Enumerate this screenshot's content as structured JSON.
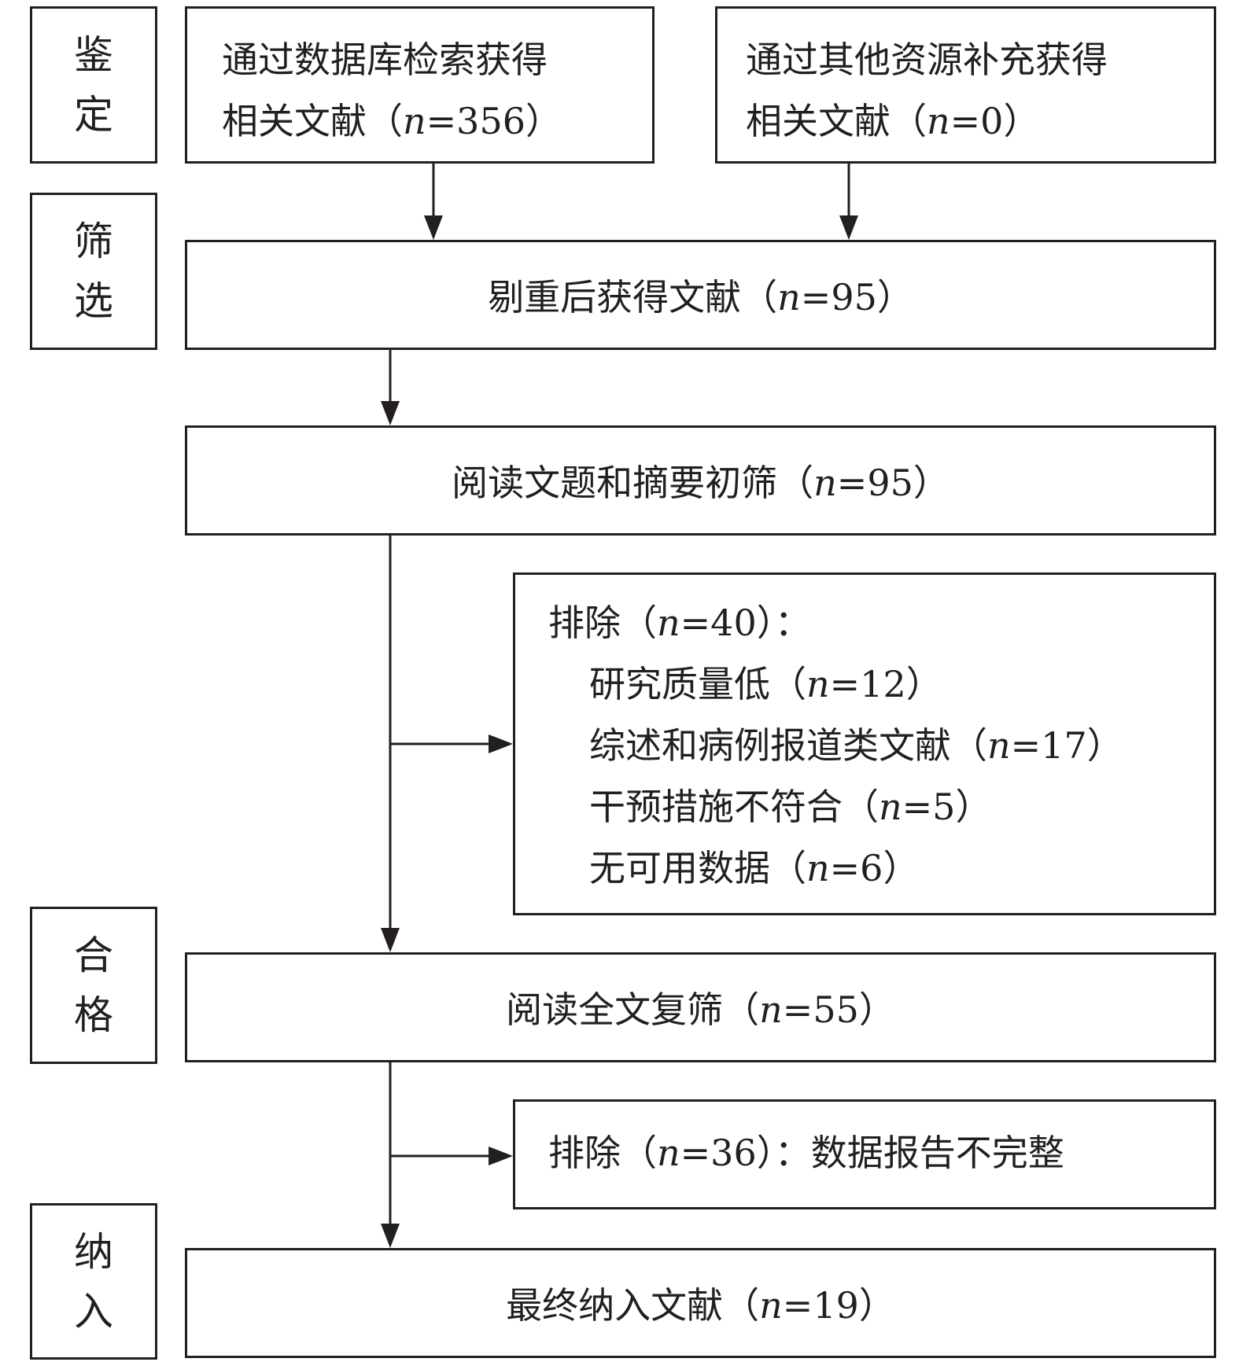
{
  "stages": {
    "identification": [
      "鉴",
      "定"
    ],
    "screening": [
      "筛",
      "选"
    ],
    "eligibility": [
      "合",
      "格"
    ],
    "included": [
      "纳",
      "入"
    ]
  },
  "boxes": {
    "database": {
      "line1": "通过数据库检索获得",
      "line2_prefix": "相关文献（",
      "n_var": "n",
      "n_value": "=356",
      "line2_suffix": "）"
    },
    "other_sources": {
      "line1": "通过其他资源补充获得",
      "line2_prefix": "相关文献（",
      "n_var": "n",
      "n_value": "=0",
      "line2_suffix": "）"
    },
    "dedup": {
      "prefix": "剔重后获得文献（",
      "n_var": "n",
      "n_value": "=95",
      "suffix": "）"
    },
    "title_abstract": {
      "prefix": "阅读文题和摘要初筛（",
      "n_var": "n",
      "n_value": "=95",
      "suffix": "）"
    },
    "exclusion1": {
      "header_prefix": "排除（",
      "header_n_var": "n",
      "header_n_value": "=40",
      "header_suffix": "）：",
      "items": [
        {
          "label": "研究质量低（",
          "n_var": "n",
          "n_value": "=12",
          "suffix": "）"
        },
        {
          "label": "综述和病例报道类文献（",
          "n_var": "n",
          "n_value": "=17",
          "suffix": "）"
        },
        {
          "label": "干预措施不符合（",
          "n_var": "n",
          "n_value": "=5",
          "suffix": "）"
        },
        {
          "label": "无可用数据（",
          "n_var": "n",
          "n_value": "=6",
          "suffix": "）"
        }
      ]
    },
    "fulltext": {
      "prefix": "阅读全文复筛（",
      "n_var": "n",
      "n_value": "=55",
      "suffix": "）"
    },
    "exclusion2": {
      "prefix": "排除（",
      "n_var": "n",
      "n_value": "=36",
      "suffix": "）：数据报告不完整"
    },
    "final": {
      "prefix": "最终纳入文献（",
      "n_var": "n",
      "n_value": "=19",
      "suffix": "）"
    }
  }
}
